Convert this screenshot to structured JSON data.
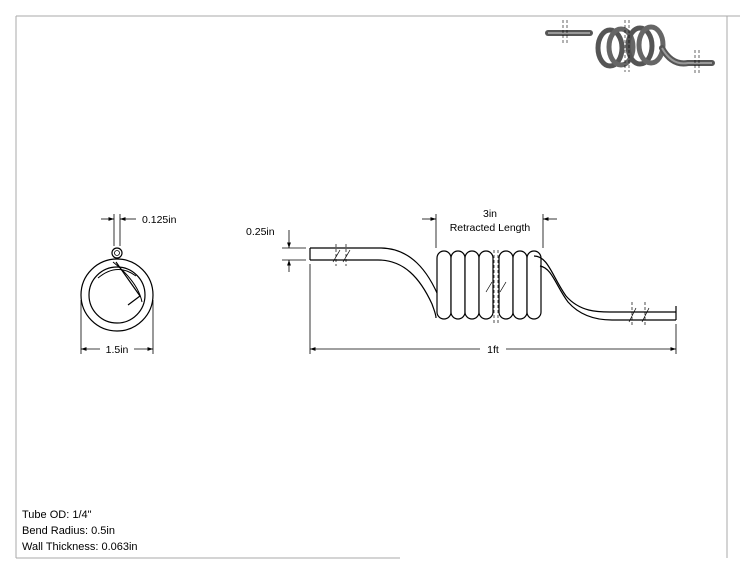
{
  "front_view": {
    "wire_dim": "0.125in",
    "outer_dim": "1.5in"
  },
  "side_view": {
    "tube_dim": "0.25in",
    "coil_dim": "3in",
    "coil_label": "Retracted Length",
    "length_dim": "1ft"
  },
  "specs": {
    "tube_od": "Tube OD: 1/4\"",
    "bend_radius": "Bend Radius: 0.5in",
    "wall_thickness": "Wall Thickness: 0.063in"
  }
}
